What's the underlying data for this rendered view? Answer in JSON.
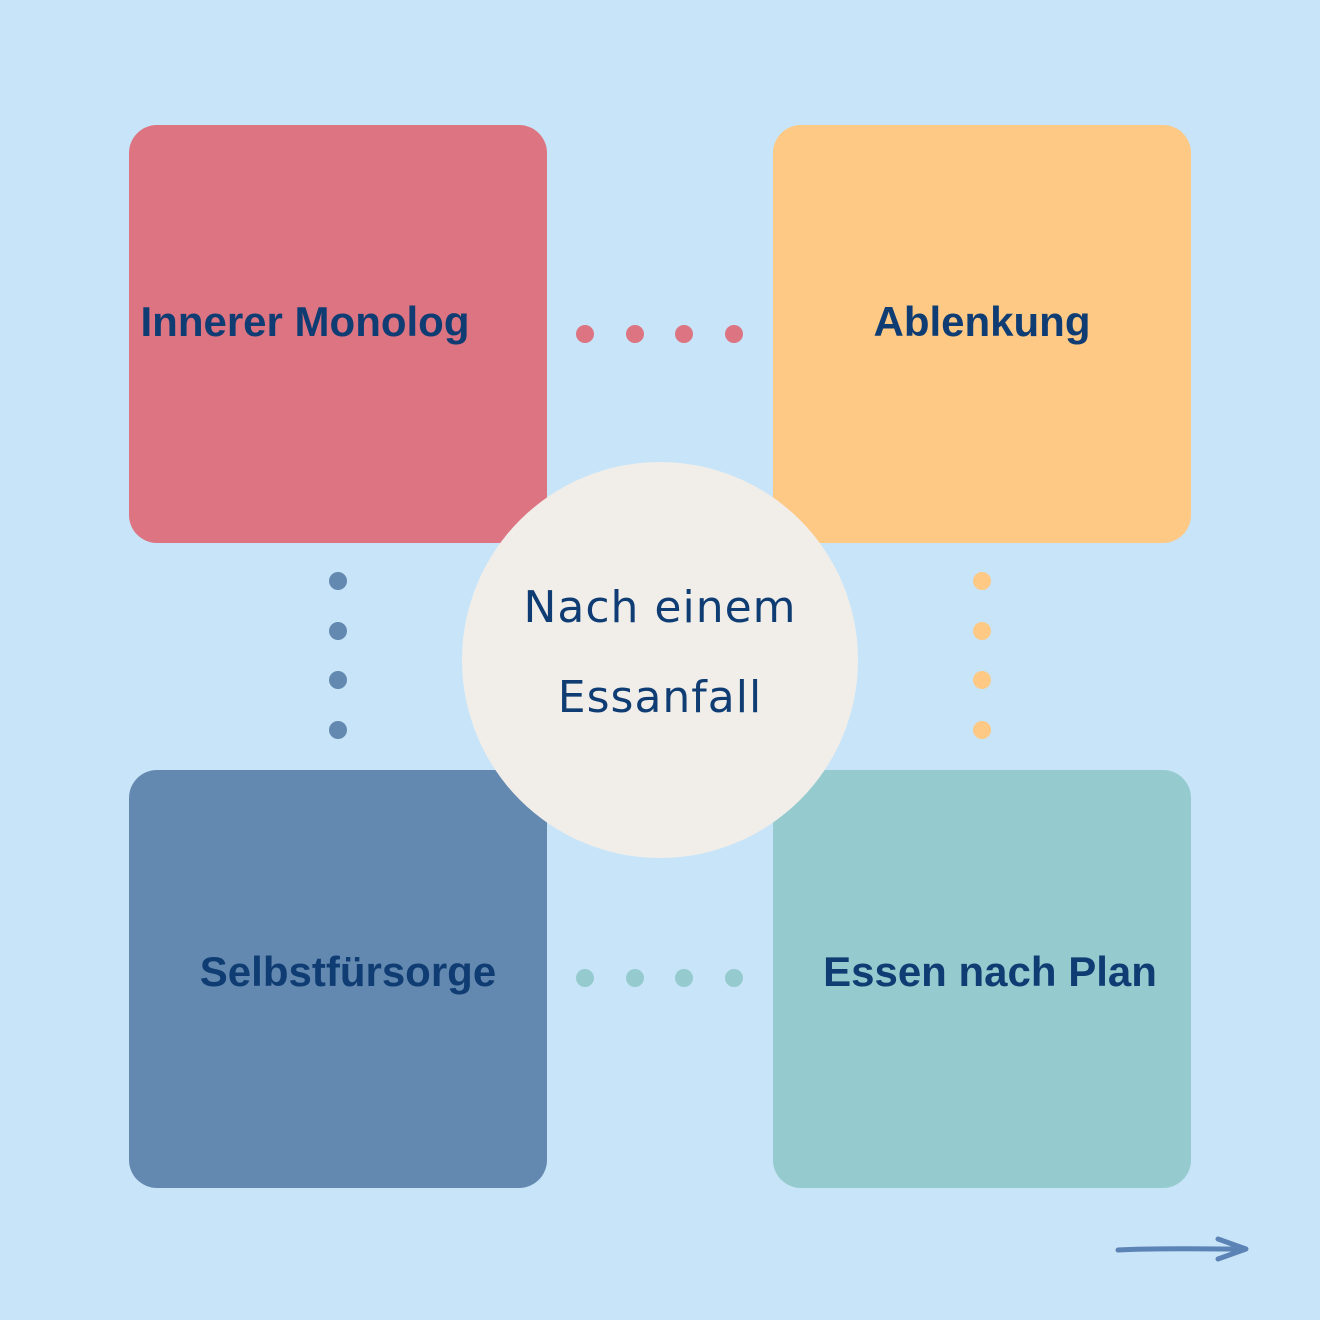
{
  "diagram": {
    "center_label_line1": "Nach einem",
    "center_label_line2": "Essanfall",
    "boxes": [
      {
        "label": "Innerer Monolog",
        "color": "#dc7481"
      },
      {
        "label": "Ablenkung",
        "color": "#fdc985"
      },
      {
        "label": "Selbstfürsorge",
        "color": "#6489b0"
      },
      {
        "label": "Essen nach Plan",
        "color": "#95cbce"
      }
    ],
    "connector_colors": {
      "top": "#dc7481",
      "right": "#fdc985",
      "left": "#6489b0",
      "bottom": "#95cbce"
    },
    "background_color": "#c8e4f8",
    "center_color": "#f1eeea",
    "text_color": "#0f3d73",
    "arrow_color": "#5b83b5"
  }
}
